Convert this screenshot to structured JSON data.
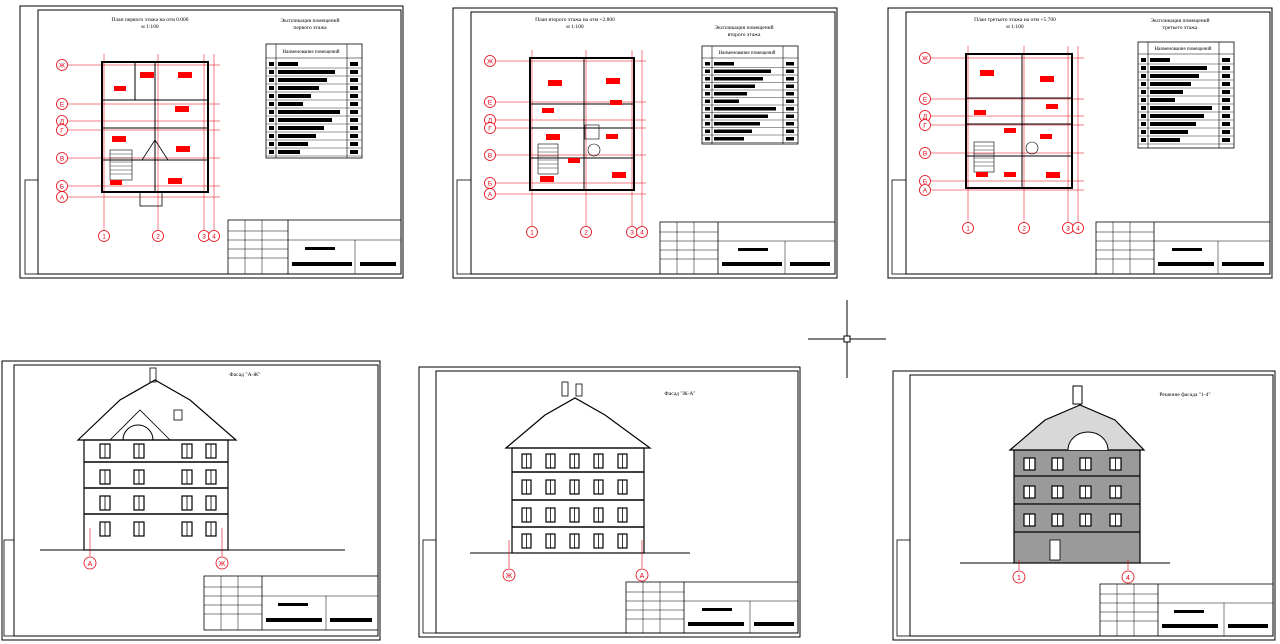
{
  "sheets": {
    "plan1": {
      "title_line1": "План первого этажа на отм 0.000",
      "title_line2": "м 1:100",
      "legend_line1": "Экспликация помещений",
      "legend_line2": "первого этажа",
      "legend_header": "Наименование помещений",
      "legend_rows": 12
    },
    "plan2": {
      "title_line1": "План второго этажа на отм +2.800",
      "title_line2": "м 1:100",
      "legend_line1": "Экспликация помещений",
      "legend_line2": "второго этажа",
      "legend_header": "Наименование помещений",
      "legend_rows": 11
    },
    "plan3": {
      "title_line1": "План третьего этажа на отм +5.700",
      "title_line2": "м 1:100",
      "legend_line1": "Экспликация помещений",
      "legend_line2": "третьего этажа",
      "legend_header": "Наименование помещений",
      "legend_rows": 11
    },
    "facade1": {
      "title": "Фасад \"А-Ж\""
    },
    "facade2": {
      "title": "Фасад \"Ж-А\""
    },
    "facade3": {
      "title": "Решение фасада \"1-4\""
    }
  },
  "axes": {
    "rows": [
      "Ж",
      "Е",
      "Д",
      "Г",
      "В",
      "Б",
      "А"
    ],
    "cols": [
      "1",
      "2",
      "3",
      "4"
    ],
    "facade1": [
      "А",
      "Ж"
    ],
    "facade2": [
      "Ж",
      "А"
    ],
    "facade3": [
      "1",
      "4"
    ]
  },
  "colors": {
    "axis": "#e3000f",
    "line": "#000000",
    "room_label": "#ff0000",
    "roof_fill": "#d8d8d8",
    "brick_fill": "#9a9a9a"
  },
  "icons": {
    "crosshair": "crosshair-cursor-icon"
  }
}
